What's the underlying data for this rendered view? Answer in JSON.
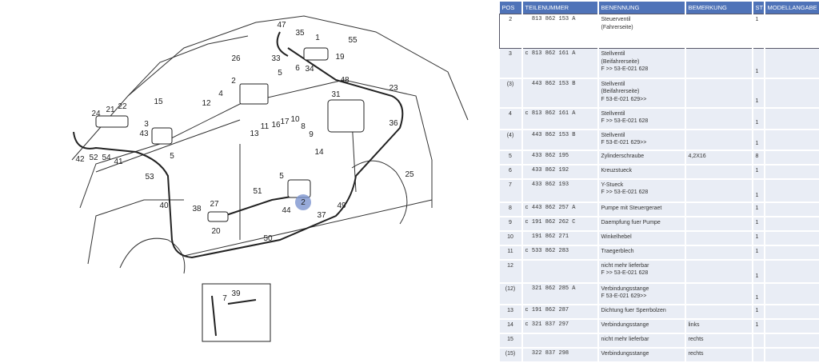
{
  "table": {
    "headers": [
      "POS",
      "TEILENUMMER",
      "BENENNUNG",
      "BEMERKUNG",
      "ST",
      "MODELLANGABE"
    ],
    "rows": [
      {
        "pos": "2",
        "nr": "  813 862 153 A",
        "name": "Steuerventil\n(Fahrerseite)",
        "rem": "",
        "st": "1",
        "mod": "",
        "selected": true
      },
      {
        "pos": "3",
        "nr": "c 813 862 161 A",
        "name": "Stellventil\n(Beifahrerseite)\nF           >> 53-E-021 628",
        "rem": "",
        "st": "1",
        "mod": ""
      },
      {
        "pos": "(3)",
        "nr": "  443 862 153 B",
        "name": "Stellventil\n(Beifahrerseite)\nF 53-E-021 629>>",
        "rem": "",
        "st": "1",
        "mod": ""
      },
      {
        "pos": "4",
        "nr": "c 813 862 161 A",
        "name": "Stellventil\nF           >> 53-E-021 628",
        "rem": "",
        "st": "1",
        "mod": ""
      },
      {
        "pos": "(4)",
        "nr": "  443 862 153 B",
        "name": "Stellventil\nF 53-E-021 629>>",
        "rem": "",
        "st": "1",
        "mod": ""
      },
      {
        "pos": "5",
        "nr": "  433 862 195",
        "name": "Zylinderschraube",
        "rem": "4,2X16",
        "st": "8",
        "mod": ""
      },
      {
        "pos": "6",
        "nr": "  433 862 192",
        "name": "Kreuzstueck",
        "rem": "",
        "st": "1",
        "mod": ""
      },
      {
        "pos": "7",
        "nr": "  433 862 193",
        "name": "Y-Stueck\nF           >> 53-E-021 628",
        "rem": "",
        "st": "1",
        "mod": ""
      },
      {
        "pos": "8",
        "nr": "c 443 862 257 A",
        "name": "Pumpe mit Steuergeraet",
        "rem": "",
        "st": "1",
        "mod": ""
      },
      {
        "pos": "9",
        "nr": "c 191 862 262 C",
        "name": "Daempfung fuer Pumpe",
        "rem": "",
        "st": "1",
        "mod": ""
      },
      {
        "pos": "10",
        "nr": "  191 862 271",
        "name": "Winkelhebel",
        "rem": "",
        "st": "1",
        "mod": ""
      },
      {
        "pos": "11",
        "nr": "c 533 862 283",
        "name": "Traegerblech",
        "rem": "",
        "st": "1",
        "mod": ""
      },
      {
        "pos": "12",
        "nr": "",
        "name": "nicht mehr lieferbar\nF           >> 53-E-021 628",
        "rem": "",
        "st": "1",
        "mod": ""
      },
      {
        "pos": "(12)",
        "nr": "  321 862 285 A",
        "name": "Verbindungsstange\nF 53-E-021 629>>",
        "rem": "",
        "st": "1",
        "mod": ""
      },
      {
        "pos": "13",
        "nr": "c 191 862 287",
        "name": "Dichtung fuer Sperrbolzen",
        "rem": "",
        "st": "1",
        "mod": ""
      },
      {
        "pos": "14",
        "nr": "c 321 837 297",
        "name": "Verbindungsstange",
        "rem": "links",
        "st": "1",
        "mod": ""
      },
      {
        "pos": "15",
        "nr": "",
        "name": "nicht mehr lieferbar",
        "rem": "rechts",
        "st": "",
        "mod": ""
      },
      {
        "pos": "(15)",
        "nr": "  322 837 298",
        "name": "Verbindungsstange",
        "rem": "rechts",
        "st": "",
        "mod": ""
      }
    ]
  },
  "diagram": {
    "callouts": [
      "47",
      "35",
      "1",
      "55",
      "33",
      "19",
      "26",
      "5",
      "6",
      "34",
      "48",
      "23",
      "2",
      "4",
      "12",
      "22",
      "21",
      "24",
      "15",
      "3",
      "43",
      "5",
      "10",
      "11",
      "16",
      "17",
      "31",
      "9",
      "8",
      "13",
      "14",
      "36",
      "42",
      "52",
      "54",
      "41",
      "53",
      "5",
      "25",
      "51",
      "27",
      "38",
      "40",
      "44",
      "2",
      "37",
      "49",
      "20",
      "50",
      "39",
      "7"
    ],
    "highlight_index": 44,
    "highlight_color": "#7d95cf",
    "header_color": "#4f73b8"
  }
}
